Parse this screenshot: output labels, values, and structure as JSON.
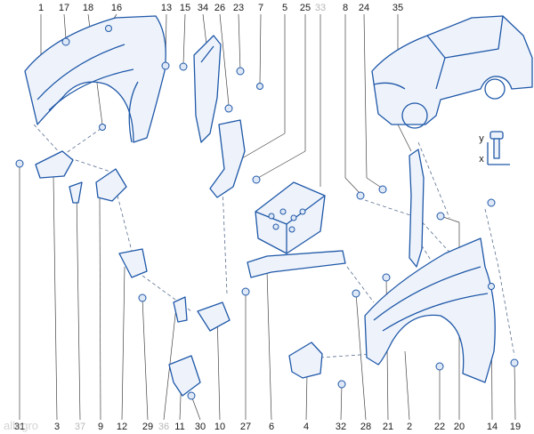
{
  "callouts_top": [
    "1",
    "17",
    "18",
    "16",
    "13",
    "15",
    "34",
    "26",
    "23",
    "7",
    "5",
    "25",
    "33",
    "8",
    "24",
    "35"
  ],
  "callouts_bottom": [
    "31",
    "3",
    "37",
    "9",
    "12",
    "29",
    "36",
    "11",
    "30",
    "10",
    "27",
    "6",
    "4",
    "32",
    "28",
    "21",
    "2",
    "22",
    "20",
    "14",
    "19"
  ],
  "muted_callouts": [
    "33",
    "36",
    "37"
  ],
  "axis_labels": {
    "x": "x",
    "y": "y"
  },
  "watermark": "allegro",
  "colors": {
    "line": "#1f58a8",
    "fill": "#eef3fb",
    "text": "#1a1a1a",
    "muted": "#b7b7b7"
  }
}
